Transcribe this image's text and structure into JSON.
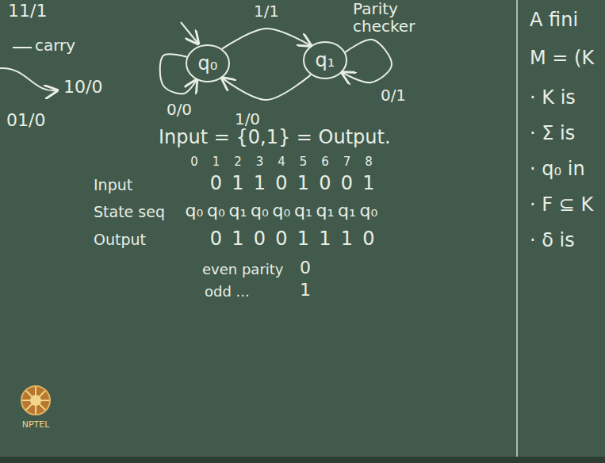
{
  "diagram": {
    "nodes": [
      {
        "text": [
          "q₀"
        ]
      },
      {
        "text": [
          "q₁"
        ]
      }
    ],
    "edges": [
      {
        "from": 0,
        "to": 0,
        "arrow": "to",
        "label": "0/0"
      },
      {
        "from": 0,
        "to": 1,
        "arrow": "to",
        "label": "1/1"
      },
      {
        "from": 1,
        "to": 0,
        "arrow": "to",
        "label": "1/0"
      },
      {
        "from": 1,
        "to": 1,
        "arrow": "to",
        "label": "0/1"
      }
    ],
    "labels": [
      "11/1",
      "carry",
      "10/0",
      "01/0",
      "Parity checker",
      "Input = {0,1} = Output.",
      "0",
      "1",
      "2",
      "3",
      "4",
      "5",
      "6",
      "7",
      "8",
      "Input",
      "0",
      "1",
      "1",
      "0",
      "1",
      "0",
      "0",
      "1",
      "State seq",
      "q₀",
      "q₀",
      "q₁",
      "q₀",
      "q₀",
      "q₁",
      "q₁",
      "q₁",
      "q₀",
      "Output",
      "0",
      "1",
      "0",
      "0",
      "1",
      "1",
      "1",
      "0",
      "even parity",
      "0",
      "odd ...",
      "1",
      "A fini",
      "M = (K",
      "· K is",
      "· Σ is",
      "· q₀ in",
      "· F ⊆ K",
      "· δ is",
      "NPTEL"
    ]
  }
}
